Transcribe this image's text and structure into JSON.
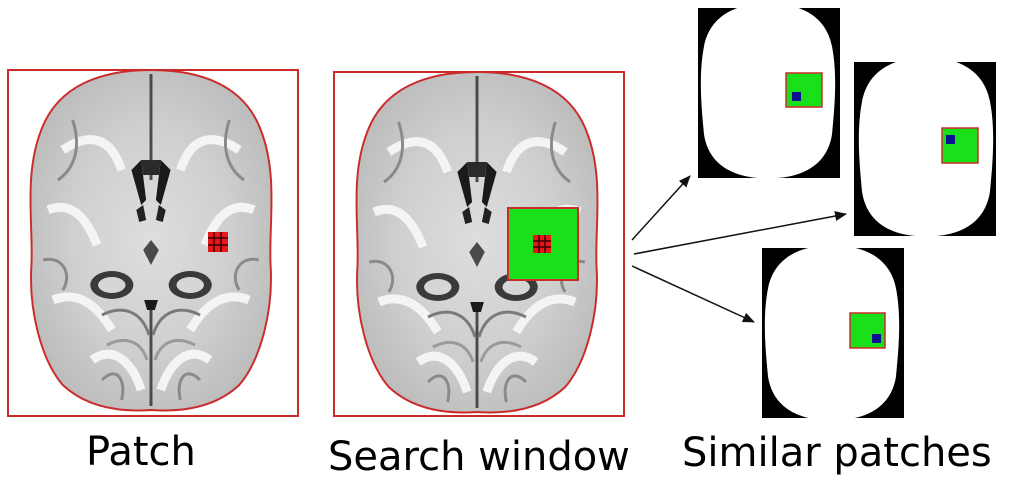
{
  "figure": {
    "labels": {
      "patch": "Patch",
      "search_window": "Search window",
      "similar_patches": "Similar patches"
    },
    "colors": {
      "frame": "#cc2b2b",
      "patch": "#e8171a",
      "search_window": "#19e019",
      "similar_patch": "#0a1290",
      "mask_bg": "#000000",
      "brain_mask": "#ffffff",
      "arrow": "#111111"
    }
  }
}
